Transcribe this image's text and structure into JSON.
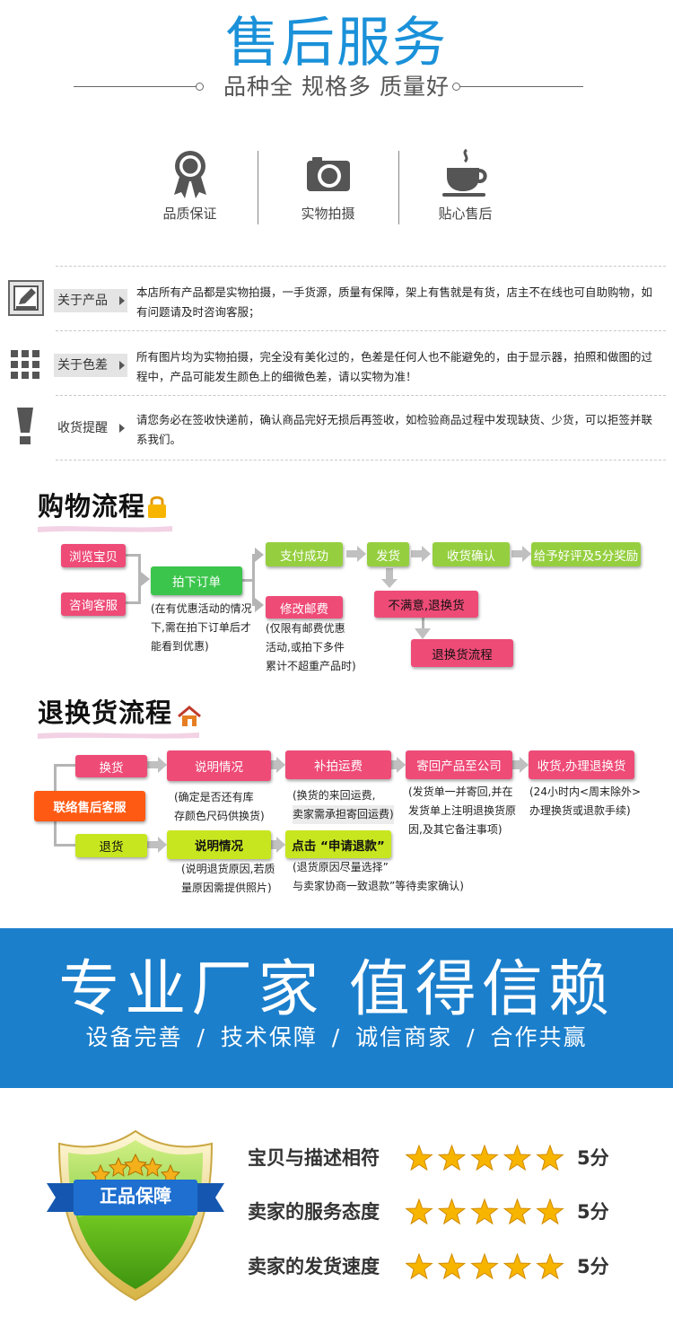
{
  "header": {
    "title": "售后服务",
    "subtitle": "品种全 规格多 质量好"
  },
  "features": [
    {
      "icon": "ribbon-badge-icon",
      "label": "品质保证"
    },
    {
      "icon": "camera-icon",
      "label": "实物拍摄"
    },
    {
      "icon": "coffee-cup-icon",
      "label": "贴心售后"
    }
  ],
  "notices": [
    {
      "icon": "edit-note-icon",
      "tag": "关于产品",
      "text": "本店所有产品都是实物拍摄，一手货源，质量有保障，架上有售就是有货，店主不在线也可自助购物，如有问题请及时咨询客服；"
    },
    {
      "icon": "grid-icon",
      "tag": "关于色差",
      "text": "所有图片均为实物拍摄，完全没有美化过的，色差是任何人也不能避免的，由于显示器，拍照和做图的过程中，产品可能发生颜色上的细微色差，请以实物为准！"
    },
    {
      "icon": "exclamation-icon",
      "tag": "收货提醒",
      "text": "请您务必在签收快递前，确认商品完好无损后再签收，如检验商品过程中发现缺货、少货，可以拒签并联系我们。"
    }
  ],
  "shopping_flow": {
    "title": "购物流程",
    "browse": "浏览宝贝",
    "consult": "咨询客服",
    "place_order": "拍下订单",
    "order_note": [
      "(在有优惠活动的情况",
      "下,需在拍下订单后才",
      "能看到优惠)"
    ],
    "pay_success": "支付成功",
    "modify_postage": "修改邮费",
    "postage_note": [
      "(仅限有邮费优惠",
      "活动,或拍下多件",
      "累计不超重产品时)"
    ],
    "ship": "发货",
    "receipt_confirm": "收货确认",
    "review_reward": "给予好评及5分奖励",
    "unsatisfied": "不满意,退换货",
    "return_process": "退换货流程"
  },
  "return_flow": {
    "title": "退换货流程",
    "contact_service": "联络售后客服",
    "exchange": "换货",
    "refund": "退货",
    "explain_1": "说明情况",
    "explain_1_note": [
      "(确定是否还有库",
      "存颜色尺码供换货)"
    ],
    "pay_postage": "补拍运费",
    "postage_note": [
      "(换货的来回运费,",
      "卖家需承担寄回运费)"
    ],
    "send_back": "寄回产品至公司",
    "send_back_note": [
      "(发货单一并寄回,并在",
      "发货单上注明退换货原",
      "因,及其它备注事项)"
    ],
    "receive_process": "收货,办理退换货",
    "receive_note": [
      "(24小时内<周末除外>",
      "办理换货或退款手续)"
    ],
    "explain_2": "说明情况",
    "explain_2_note": [
      "(说明退货原因,若质",
      "量原因需提供照片)"
    ],
    "apply_refund": "点击 “申请退款”",
    "apply_note": [
      "(退货原因尽量选择”",
      "与卖家协商一致退款”等待卖家确认)"
    ]
  },
  "banner": {
    "headline": "专业厂家  值得信赖",
    "tagline": "设备完善 / 技术保障 / 诚信商家 / 合作共赢"
  },
  "guarantee": {
    "shield_label": "正品保障",
    "ratings": [
      {
        "label": "宝贝与描述相符",
        "stars": 5,
        "score": "5分"
      },
      {
        "label": "卖家的服务态度",
        "stars": 5,
        "score": "5分"
      },
      {
        "label": "卖家的发货速度",
        "stars": 5,
        "score": "5分"
      }
    ]
  },
  "colors": {
    "title_blue": "#1a91d9",
    "banner_blue": "#1b7fcc",
    "pink": "#ee4b77",
    "green": "#3cc54c",
    "light_green": "#95cf3f",
    "orange": "#ff5a14",
    "yellow_green": "#c8e620",
    "star_gold": "#f7b500"
  }
}
